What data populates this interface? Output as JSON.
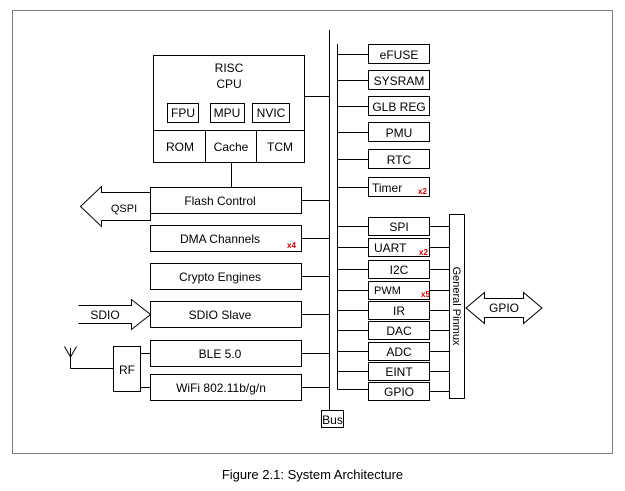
{
  "cpu": {
    "title_line1": "RISC",
    "title_line2": "CPU",
    "units": [
      "FPU",
      "MPU",
      "NVIC"
    ],
    "memory": [
      "ROM",
      "Cache",
      "TCM"
    ]
  },
  "left_blocks": {
    "flash": "Flash Control",
    "dma": "DMA Channels",
    "dma_mult": "x4",
    "crypto": "Crypto Engines",
    "sdio_slave": "SDIO Slave",
    "ble": "BLE 5.0",
    "wifi": "WiFi 802.11b/g/n",
    "rf": "RF"
  },
  "arrows": {
    "qspi": "QSPI",
    "sdio": "SDIO",
    "gpio": "GPIO"
  },
  "bus_label": "Bus",
  "right_blocks": {
    "efuse": "eFUSE",
    "sysram": "SYSRAM",
    "glb_reg": "GLB REG",
    "pmu": "PMU",
    "rtc": "RTC",
    "timer": "Timer",
    "timer_mult": "x2"
  },
  "peripherals": {
    "spi": "SPI",
    "uart": "UART",
    "uart_mult": "x2",
    "i2c": "I2C",
    "pwm": "PWM",
    "pwm_mult": "x5",
    "ir": "IR",
    "dac": "DAC",
    "adc": "ADC",
    "eint": "EINT",
    "gpio": "GPIO"
  },
  "pinmux": "General Pinmux",
  "caption": "Figure 2.1: System Architecture",
  "colors": {
    "line": "#000000",
    "frame": "#7f7f7f",
    "multiplier": "#d40000"
  }
}
